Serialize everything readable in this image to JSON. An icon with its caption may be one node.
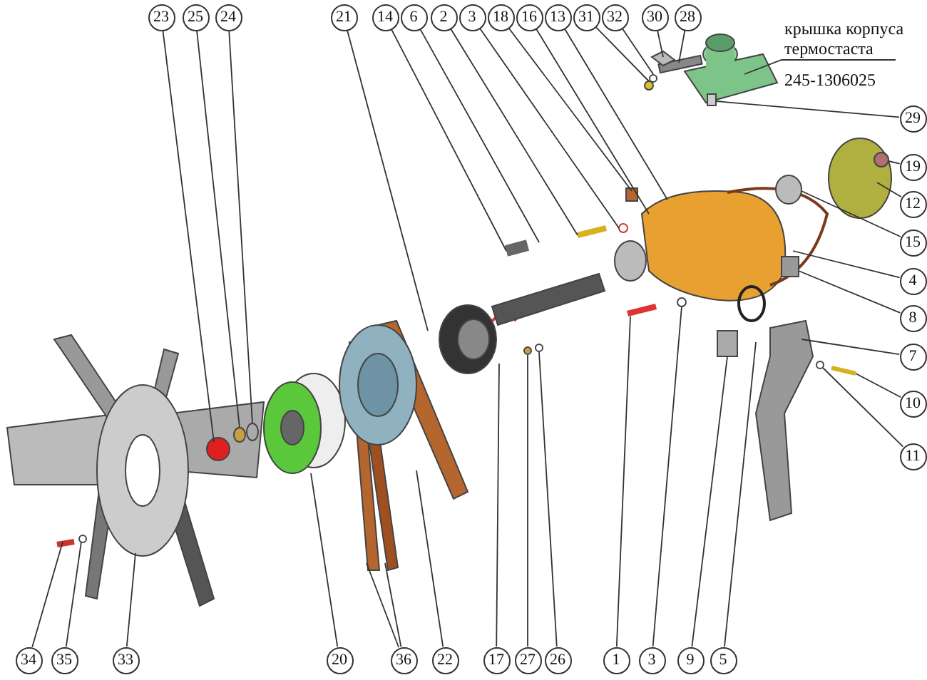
{
  "diagram": {
    "nodes": [
      {
        "text": [
          "23"
        ]
      },
      {
        "text": [
          "25"
        ]
      },
      {
        "text": [
          "24"
        ]
      },
      {
        "text": [
          "21"
        ]
      },
      {
        "text": [
          "14"
        ]
      },
      {
        "text": [
          "6"
        ]
      },
      {
        "text": [
          "2"
        ]
      },
      {
        "text": [
          "3"
        ]
      },
      {
        "text": [
          "18"
        ]
      },
      {
        "text": [
          "16"
        ]
      },
      {
        "text": [
          "13"
        ]
      },
      {
        "text": [
          "31"
        ]
      },
      {
        "text": [
          "32"
        ]
      },
      {
        "text": [
          "30"
        ]
      },
      {
        "text": [
          "28"
        ]
      },
      {
        "text": [
          "крышка корпуса термостаста",
          "245-1306025"
        ]
      },
      {
        "text": [
          "29"
        ]
      },
      {
        "text": [
          "19"
        ]
      },
      {
        "text": [
          "12"
        ]
      },
      {
        "text": [
          "15"
        ]
      },
      {
        "text": [
          "4"
        ]
      },
      {
        "text": [
          "8"
        ]
      },
      {
        "text": [
          "7"
        ]
      },
      {
        "text": [
          "10"
        ]
      },
      {
        "text": [
          "11"
        ]
      },
      {
        "text": [
          "34"
        ]
      },
      {
        "text": [
          "35"
        ]
      },
      {
        "text": [
          "33"
        ]
      },
      {
        "text": [
          "20"
        ]
      },
      {
        "text": [
          "36"
        ]
      },
      {
        "text": [
          "22"
        ]
      },
      {
        "text": [
          "17"
        ]
      },
      {
        "text": [
          "27"
        ]
      },
      {
        "text": [
          "26"
        ]
      },
      {
        "text": [
          "1"
        ]
      },
      {
        "text": [
          "3"
        ]
      },
      {
        "text": [
          "9"
        ]
      },
      {
        "text": [
          "5"
        ]
      }
    ],
    "edges": [
      {
        "from": 0,
        "to": null,
        "arrow": "none"
      },
      {
        "from": 1,
        "to": null,
        "arrow": "none"
      },
      {
        "from": 2,
        "to": null,
        "arrow": "none"
      },
      {
        "from": 3,
        "to": null,
        "arrow": "none"
      },
      {
        "from": 4,
        "to": null,
        "arrow": "none"
      },
      {
        "from": 5,
        "to": null,
        "arrow": "none"
      },
      {
        "from": 6,
        "to": null,
        "arrow": "none"
      },
      {
        "from": 7,
        "to": null,
        "arrow": "none"
      },
      {
        "from": 8,
        "to": null,
        "arrow": "none"
      },
      {
        "from": 9,
        "to": null,
        "arrow": "none"
      },
      {
        "from": 10,
        "to": null,
        "arrow": "none"
      },
      {
        "from": 11,
        "to": null,
        "arrow": "none"
      },
      {
        "from": 12,
        "to": null,
        "arrow": "none"
      },
      {
        "from": 13,
        "to": null,
        "arrow": "none"
      },
      {
        "from": 14,
        "to": null,
        "arrow": "none"
      },
      {
        "from": 15,
        "to": null,
        "arrow": "none"
      },
      {
        "from": 16,
        "to": null,
        "arrow": "none"
      },
      {
        "from": 17,
        "to": null,
        "arrow": "none"
      },
      {
        "from": 18,
        "to": null,
        "arrow": "none"
      },
      {
        "from": 19,
        "to": null,
        "arrow": "none"
      },
      {
        "from": 20,
        "to": null,
        "arrow": "none"
      },
      {
        "from": 21,
        "to": null,
        "arrow": "none"
      },
      {
        "from": 22,
        "to": null,
        "arrow": "none"
      },
      {
        "from": 23,
        "to": null,
        "arrow": "none"
      },
      {
        "from": 24,
        "to": null,
        "arrow": "none"
      },
      {
        "from": 25,
        "to": null,
        "arrow": "none"
      },
      {
        "from": 26,
        "to": null,
        "arrow": "none"
      },
      {
        "from": 27,
        "to": null,
        "arrow": "none"
      },
      {
        "from": 28,
        "to": null,
        "arrow": "none"
      },
      {
        "from": 29,
        "to": null,
        "arrow": "none"
      },
      {
        "from": 29,
        "to": null,
        "arrow": "none"
      },
      {
        "from": 30,
        "to": null,
        "arrow": "none"
      },
      {
        "from": 31,
        "to": null,
        "arrow": "none"
      },
      {
        "from": 32,
        "to": null,
        "arrow": "none"
      },
      {
        "from": 33,
        "to": null,
        "arrow": "none"
      },
      {
        "from": 34,
        "to": null,
        "arrow": "none"
      },
      {
        "from": 35,
        "to": null,
        "arrow": "none"
      },
      {
        "from": 36,
        "to": null,
        "arrow": "none"
      },
      {
        "from": 37,
        "to": null,
        "arrow": "none"
      }
    ]
  }
}
